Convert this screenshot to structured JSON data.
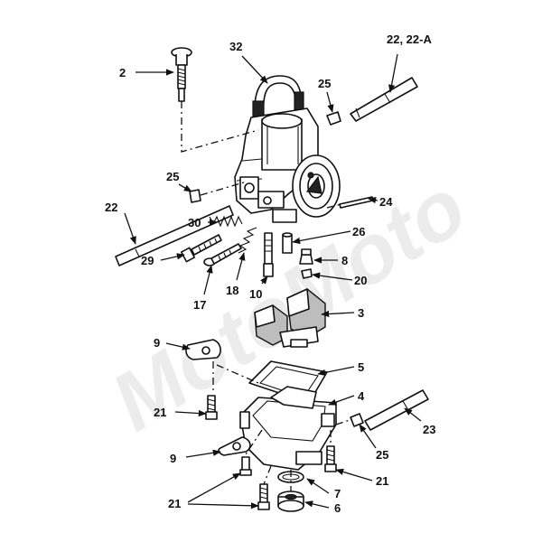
{
  "diagram": {
    "watermark": "MotoMoto",
    "colors": {
      "line": "#111111",
      "background": "#ffffff",
      "watermark": "#d6d6d6"
    },
    "callouts": [
      {
        "id": "c-2",
        "label": "2"
      },
      {
        "id": "c-32",
        "label": "32"
      },
      {
        "id": "c-22a",
        "label": "22, 22-A"
      },
      {
        "id": "c-25a",
        "label": "25"
      },
      {
        "id": "c-25b",
        "label": "25"
      },
      {
        "id": "c-22",
        "label": "22"
      },
      {
        "id": "c-30",
        "label": "30"
      },
      {
        "id": "c-24",
        "label": "24"
      },
      {
        "id": "c-26",
        "label": "26"
      },
      {
        "id": "c-29",
        "label": "29"
      },
      {
        "id": "c-8",
        "label": "8"
      },
      {
        "id": "c-20",
        "label": "20"
      },
      {
        "id": "c-17",
        "label": "17"
      },
      {
        "id": "c-18",
        "label": "18"
      },
      {
        "id": "c-10",
        "label": "10"
      },
      {
        "id": "c-3",
        "label": "3"
      },
      {
        "id": "c-9a",
        "label": "9"
      },
      {
        "id": "c-5",
        "label": "5"
      },
      {
        "id": "c-4",
        "label": "4"
      },
      {
        "id": "c-21a",
        "label": "21"
      },
      {
        "id": "c-23",
        "label": "23"
      },
      {
        "id": "c-25c",
        "label": "25"
      },
      {
        "id": "c-9b",
        "label": "9"
      },
      {
        "id": "c-21b",
        "label": "21"
      },
      {
        "id": "c-7",
        "label": "7"
      },
      {
        "id": "c-21c",
        "label": "21"
      },
      {
        "id": "c-6",
        "label": "6"
      }
    ]
  }
}
